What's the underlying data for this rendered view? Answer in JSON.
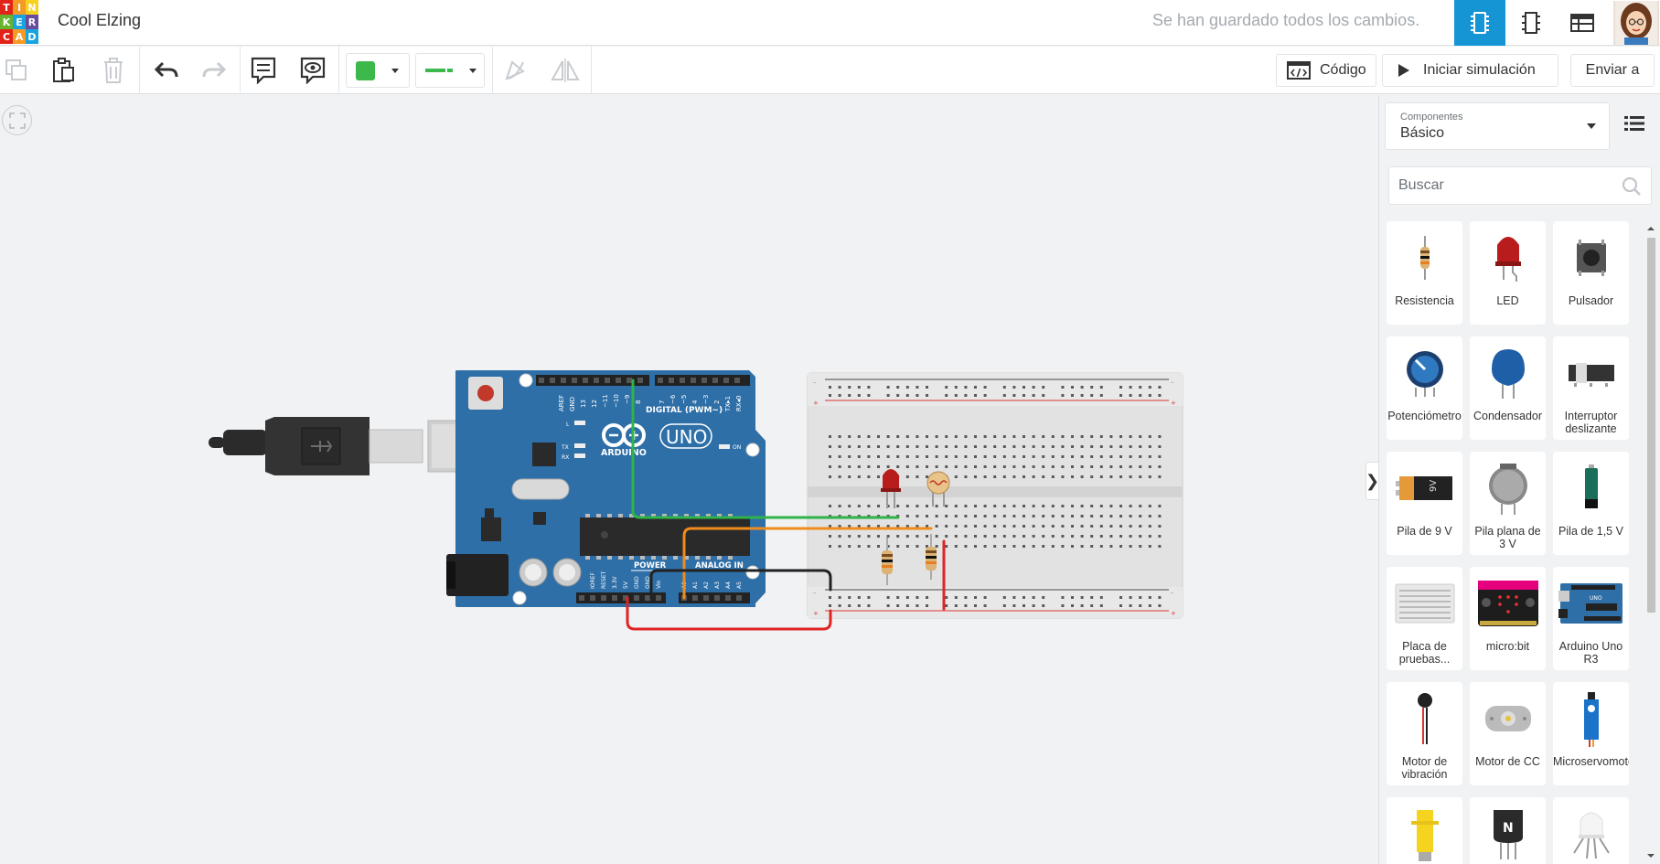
{
  "app": {
    "logo_letters": [
      "T",
      "I",
      "N",
      "K",
      "E",
      "R",
      "C",
      "A",
      "D"
    ],
    "logo_colors": [
      "#e2231a",
      "#f59a23",
      "#f7d21e",
      "#67b32e",
      "#1aa4de",
      "#6a4c9c",
      "#e2231a",
      "#f59a23",
      "#1aa4de"
    ],
    "project_title": "Cool Elzing",
    "save_status": "Se han guardado todos los cambios."
  },
  "header": {
    "views": [
      {
        "name": "circuit-view",
        "icon": "chip-icon",
        "active": true
      },
      {
        "name": "schematic-view",
        "icon": "schematic-icon",
        "active": false
      },
      {
        "name": "component-list-view",
        "icon": "table-icon",
        "active": false
      }
    ]
  },
  "toolbar": {
    "color_swatch": "#3cb94a",
    "wire_color": "#3cb94a",
    "code_label": "Código",
    "simulate_label": "Iniciar simulación",
    "send_label": "Enviar a"
  },
  "panel": {
    "components_caption": "Componentes",
    "components_value": "Básico",
    "search_placeholder": "Buscar",
    "items": [
      {
        "label": "Resistencia",
        "icon": "resistor-icon"
      },
      {
        "label": "LED",
        "icon": "led-icon"
      },
      {
        "label": "Pulsador",
        "icon": "pushbutton-icon"
      },
      {
        "label": "Potenciómetro",
        "icon": "potentiometer-icon"
      },
      {
        "label": "Condensador",
        "icon": "capacitor-icon"
      },
      {
        "label": "Interruptor deslizante",
        "label_lines": [
          "Interruptor",
          "deslizante"
        ],
        "icon": "slide-switch-icon"
      },
      {
        "label": "Pila de 9 V",
        "icon": "battery-9v-icon"
      },
      {
        "label": "Pila plana de 3 V",
        "label_lines": [
          "Pila plana de",
          "3 V"
        ],
        "icon": "coin-battery-icon"
      },
      {
        "label": "Pila de 1,5 V",
        "icon": "battery-aa-icon"
      },
      {
        "label": "Placa de pruebas...",
        "label_lines": [
          "Placa de",
          "pruebas..."
        ],
        "icon": "breadboard-icon"
      },
      {
        "label": "micro:bit",
        "icon": "microbit-icon"
      },
      {
        "label": "Arduino Uno R3",
        "label_lines": [
          "Arduino Uno",
          "R3"
        ],
        "icon": "arduino-icon"
      },
      {
        "label": "Motor de vibración",
        "label_lines": [
          "Motor de",
          "vibración"
        ],
        "icon": "vibration-motor-icon"
      },
      {
        "label": "Motor de CC",
        "icon": "dc-motor-icon"
      },
      {
        "label": "Microservomotor",
        "icon": "microservo-icon"
      },
      {
        "label": "",
        "icon": "gearmotor-icon"
      },
      {
        "label": "",
        "icon": "transistor-icon"
      },
      {
        "label": "",
        "icon": "rgb-led-icon"
      }
    ]
  },
  "circuit": {
    "board_name": "ARDUINO",
    "board_model": "UNO",
    "digital_label": "DIGITAL (PWM~)",
    "power_label": "POWER",
    "analog_label": "ANALOG IN",
    "on_label": "ON",
    "wire_colors": {
      "green": "#2fb34a",
      "orange": "#f08c1c",
      "black": "#222222",
      "red": "#e02424"
    }
  }
}
